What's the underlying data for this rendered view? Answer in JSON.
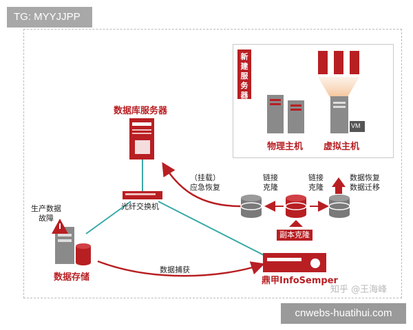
{
  "overlay_tag": "TG: MYYJJPP",
  "footer_watermark": "cnwebs-huatihui.com",
  "zhihu_stamp": "知乎 @王海峰",
  "colors": {
    "accent_red": "#b81f23",
    "teal_line": "#3aa8a8",
    "disk_gray": "#7a7a7a"
  },
  "nodes": {
    "db_server": "数据库服务器",
    "fiber_switch": "光纤交换机",
    "storage": "数据存储",
    "production_fault": "生产数据\n故障",
    "semper": "鼎甲InfoSemper",
    "replica_clone": "副本克隆",
    "new_server": "新\n建\n服\n务\n器",
    "physical_host": "物理主机",
    "virtual_host": "虚拟主机",
    "vm_badge": "VM"
  },
  "edges": {
    "mount_recover": "（挂载）\n应急恢复",
    "link_clone_left": "链接\n克隆",
    "link_clone_right": "链接\n克隆",
    "recover_migrate": "数据恢复\n数据迁移",
    "data_capture": "数据捕获"
  }
}
